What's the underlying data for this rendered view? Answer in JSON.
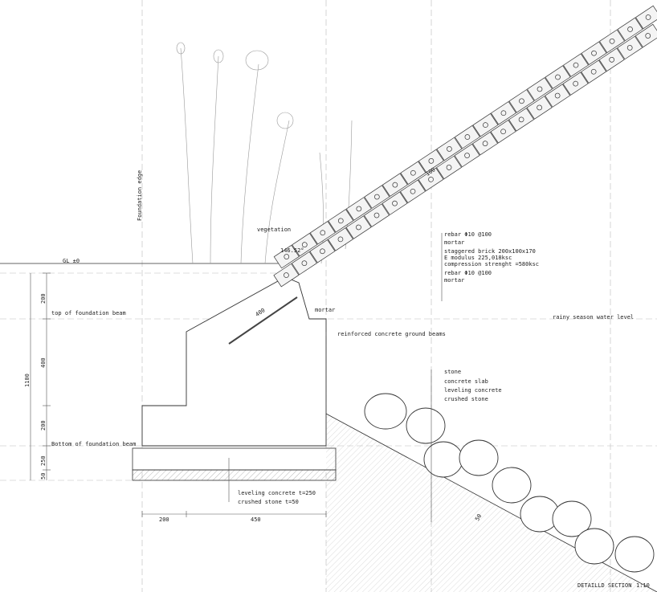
{
  "labels": {
    "foundation_edge": "Foundation edge",
    "vegetation": "vegetation",
    "angle": "146.52°",
    "gl": "GL ±0",
    "brick_dim": "100",
    "anchor_dim": "400",
    "mortar_anchor": "mortar",
    "ground_beams": "reinforced concrete ground beams",
    "water_level": "rainy season water level",
    "top_beam": "top of foundation beam",
    "bottom_beam": "Bottom of foundation beam",
    "leveling": "leveling concrete t=250",
    "crushed": "crushed stone t=50",
    "slope_dim": "50",
    "title": "DETAILLD SECTION",
    "scale": "1:10"
  },
  "wall_callouts": [
    "rebar Φ10 @100",
    "mortar",
    "staggered brick 200x100x170",
    "E modulus 225,018ksc",
    "compression strenght =580ksc",
    "rebar Φ10 @100",
    "mortar"
  ],
  "slope_callouts": [
    "stone",
    "concrete slab",
    "leveling concrete",
    "crushed stone"
  ],
  "vertical_dims": {
    "d1": "200",
    "d2": "400",
    "d3": "200",
    "total": "1100",
    "d4": "250",
    "d5": "50"
  },
  "horizontal_dims": {
    "d1": "200",
    "d2": "450"
  }
}
